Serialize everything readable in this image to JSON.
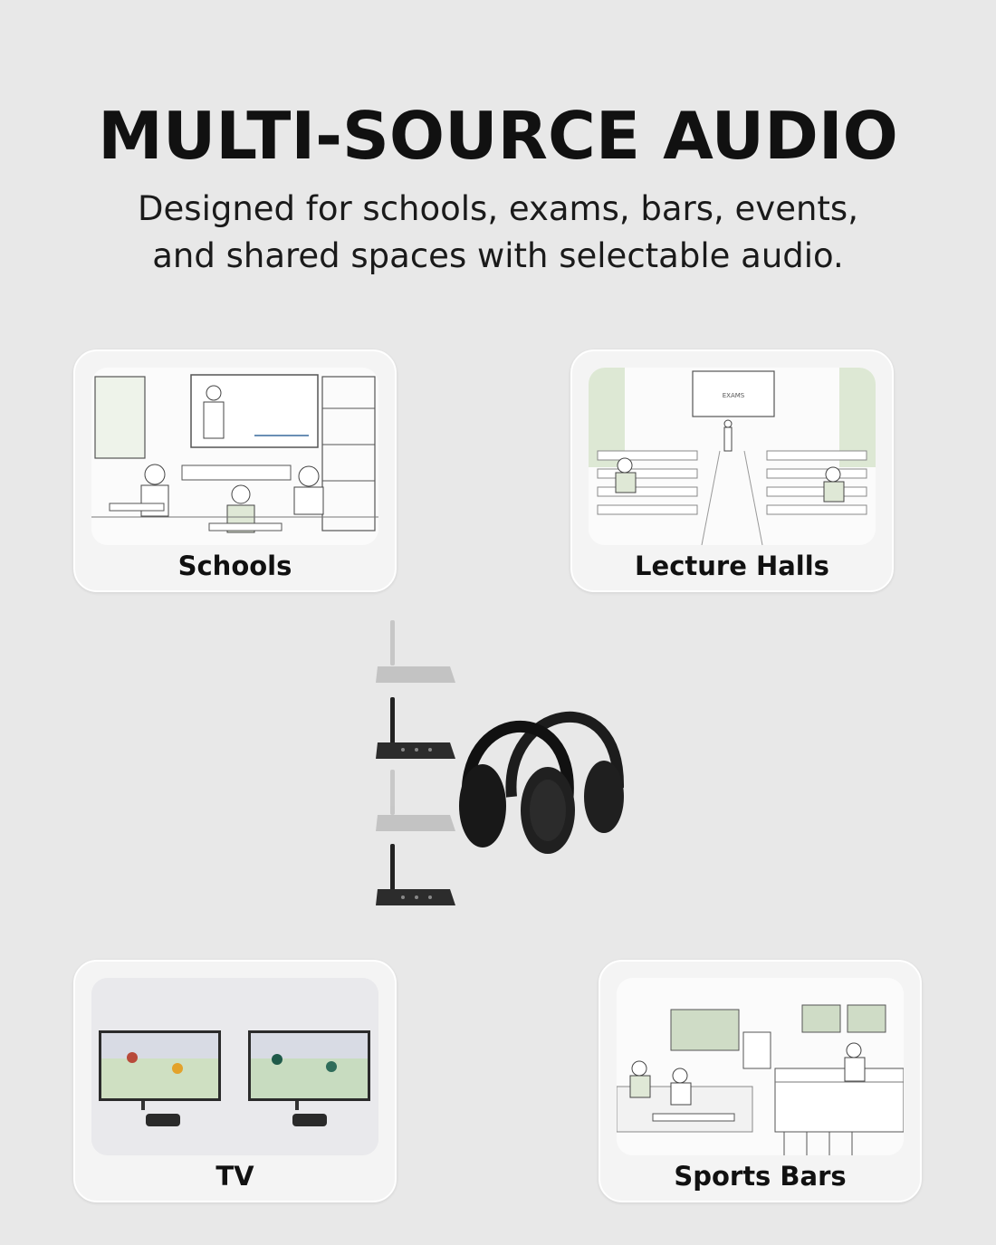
{
  "title": "MULTI-SOURCE AUDIO",
  "subtitle_line1": "Designed for schools, exams, bars, events,",
  "subtitle_line2": "and shared spaces with selectable audio.",
  "cards": [
    {
      "label": "Schools"
    },
    {
      "label": "Lecture Halls"
    },
    {
      "label": "TV"
    },
    {
      "label": "Sports Bars"
    }
  ],
  "lecture_screen_text": "EXAMS",
  "colors": {
    "background": "#e8e8e8",
    "card": "#f4f4f4",
    "device_dark": "#2a2a2a",
    "device_faded": "#b9b9b9",
    "accent_green": "#cfdcc6"
  }
}
